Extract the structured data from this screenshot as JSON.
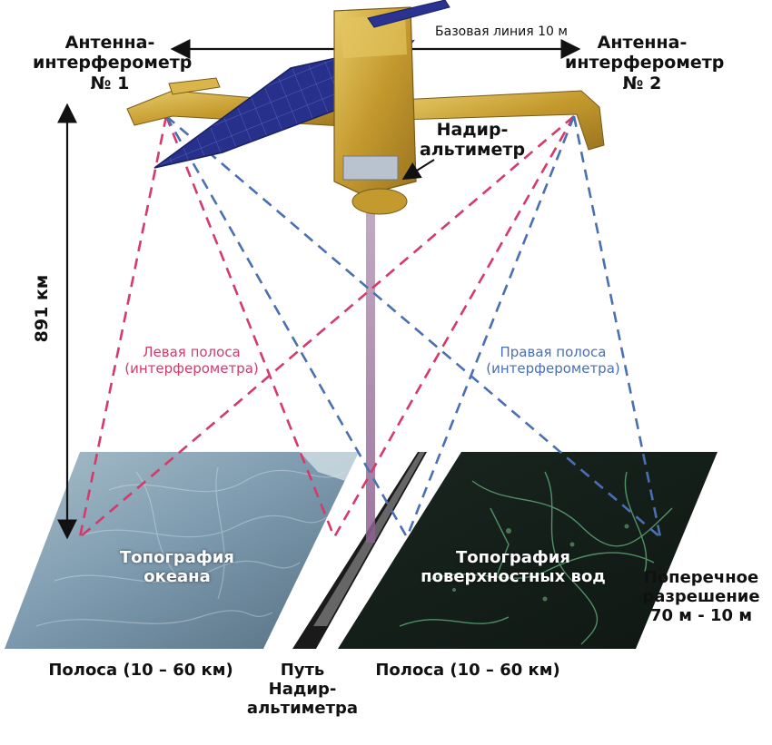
{
  "labels": {
    "antenna_left": [
      "Антенна-",
      "интерферометр",
      "№ 1"
    ],
    "antenna_right": [
      "Антенна-",
      "интерферометр",
      "№ 2"
    ],
    "baseline": "Базовая линия 10 м",
    "nadir_altimeter": [
      "Надир-",
      "альтиметр"
    ],
    "altitude": "891 км",
    "left_swath": [
      "Левая полоса",
      "(интерферометра)"
    ],
    "right_swath": [
      "Правая полоса",
      "(интерферометра)"
    ],
    "ocean_topography": [
      "Топография",
      "океана"
    ],
    "surface_water_topography": [
      "Топография",
      "поверхностных вод"
    ],
    "cross_track_resolution": [
      "Поперечное",
      "разрешение",
      "70 м - 10 м"
    ],
    "swath_left_width": "Полоса (10 – 60 км)",
    "swath_right_width": "Полоса (10 – 60 км)",
    "nadir_track": [
      "Путь",
      "Надир-",
      "альтиметра"
    ]
  },
  "colors": {
    "left_swath_beam": "#d43a6a",
    "right_swath_beam": "#4a6fb2",
    "nadir_beam": "#9a6f9c",
    "solar_panel": "#2a3490",
    "satellite_body": "#c9a23a",
    "ocean_tile": "#6f8fa3",
    "water_tile": "#1e2a22"
  },
  "icons": {
    "satellite": "satellite-icon",
    "baseline_arrow": "double-arrow-icon",
    "altitude_arrow": "vertical-double-arrow-icon",
    "nadir_pointer": "pointer-arrow-icon"
  }
}
